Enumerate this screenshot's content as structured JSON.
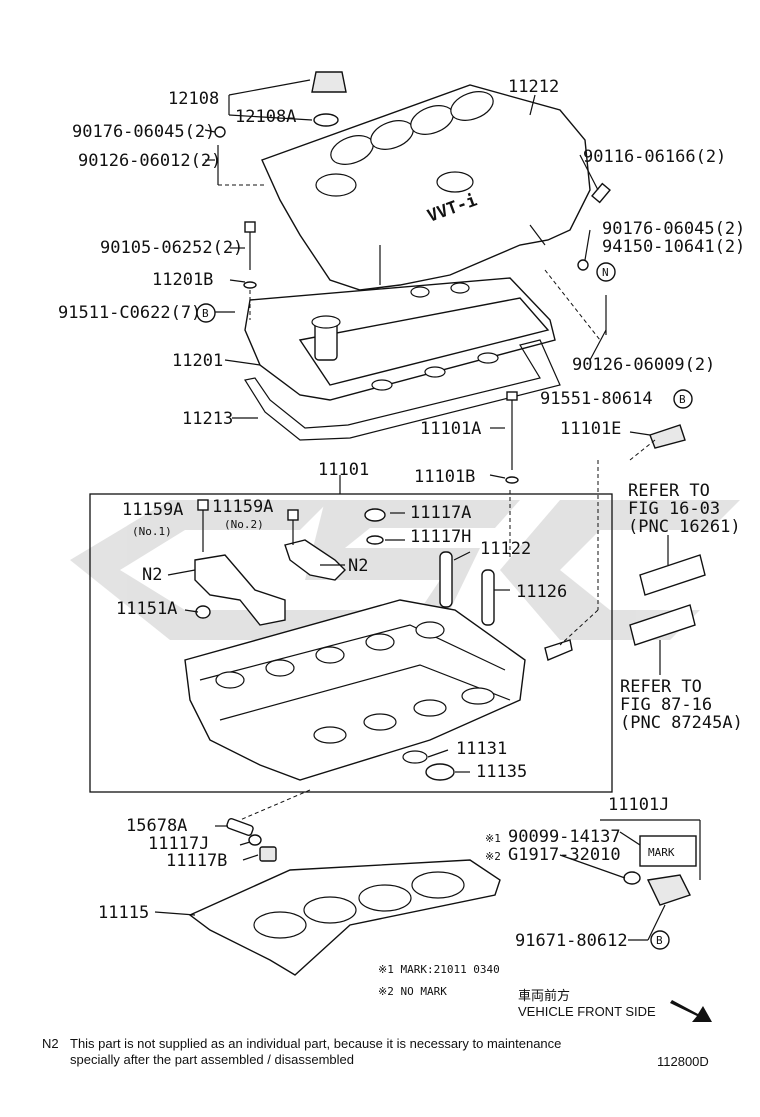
{
  "watermark": "CSC",
  "labels": {
    "p12108": "12108",
    "p12108a": "12108A",
    "p11212": "11212",
    "p90176_top": "90176-06045(2)",
    "p90126_top": "90126-06012(2)",
    "p90116": "90116-06166(2)",
    "p90176_r": "90176-06045(2)",
    "p94150": "94150-10641(2)",
    "p90105": "90105-06252(2)",
    "p11201b": "11201B",
    "p91511": "91511-C0622(7)",
    "p11201": "11201",
    "p90126_r": "90126-06009(2)",
    "p91551": "91551-80614",
    "p11213": "11213",
    "p11101a": "11101A",
    "p11101e": "11101E",
    "p11101": "11101",
    "p11101b": "11101B",
    "p11159a_1": "11159A",
    "p11159a_1_sub": "(No.1)",
    "p11159a_2": "11159A",
    "p11159a_2_sub": "(No.2)",
    "p11117a": "11117A",
    "p11117h": "11117H",
    "p11122": "11122",
    "p11126": "11126",
    "n2_left": "N2",
    "n2_right": "N2",
    "p11151a": "11151A",
    "p11131": "11131",
    "p11135": "11135",
    "p15678a": "15678A",
    "p11117j": "11117J",
    "p11117b": "11117B",
    "p11101j": "11101J",
    "p90099": "90099-14137",
    "p90099_mark": "※1",
    "pg1917": "G1917-32010",
    "pg1917_mark": "※2",
    "mark_box": "MARK",
    "p11115": "11115",
    "p91671": "91671-80612",
    "circ_b": "B",
    "circ_n": "N",
    "vvti": "VVT-i"
  },
  "refs": {
    "refer1_l1": "REFER TO",
    "refer1_l2": "FIG 16-03",
    "refer1_l3": "(PNC 16261)",
    "refer2_l1": "REFER TO",
    "refer2_l2": "FIG 87-16",
    "refer2_l3": "(PNC 87245A)"
  },
  "footnotes": {
    "mark1": "※1  MARK:21011  0340",
    "mark2": "※2  NO MARK",
    "front_jp": "車両前方",
    "front_en": "VEHICLE FRONT SIDE",
    "n2_key": "N2",
    "n2_text_1": "This part is not supplied as an individual part, because it is necessary to maintenance",
    "n2_text_2": "specially after the part assembled / disassembled",
    "diagram_id": "112800D"
  }
}
